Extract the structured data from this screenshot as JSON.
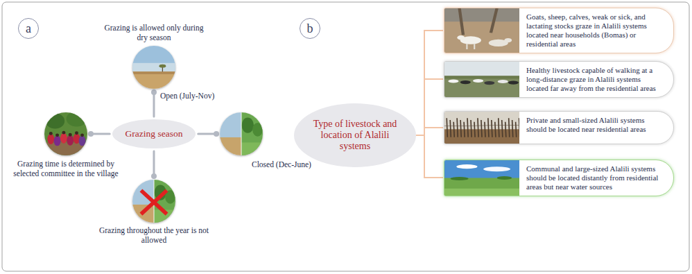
{
  "diagram": {
    "nodes": [
      {
        "text": [
          "Grazing season"
        ]
      },
      {
        "text": [
          "Grazing is allowed only during dry season",
          "Open (July-Nov)"
        ]
      },
      {
        "text": [
          "Closed (Dec-June)"
        ]
      },
      {
        "text": [
          "Grazing throughout the year is not allowed"
        ]
      },
      {
        "text": [
          "Grazing time is determined by selected committee in the village"
        ]
      },
      {
        "text": [
          "Type of livestock and location of Alalili systems"
        ]
      },
      {
        "text": [
          "Goats, sheep, calves, weak or sick, and lactating stocks graze in Alalili systems located near households (Bomas) or residential areas"
        ]
      },
      {
        "text": [
          "Healthy livestock capable of walking at a long-distance graze in Alalili systems located far away from the residential areas"
        ]
      },
      {
        "text": [
          "Private and small-sized Alalili systems should be located near residential areas"
        ]
      },
      {
        "text": [
          "Communal and large-sized Alalili systems should be located distantly from residential areas but near water sources"
        ]
      }
    ],
    "edges": [
      {
        "from": 0,
        "to": 1,
        "arrow": "none"
      },
      {
        "from": 0,
        "to": 2,
        "arrow": "none"
      },
      {
        "from": 0,
        "to": 3,
        "arrow": "none"
      },
      {
        "from": 0,
        "to": 4,
        "arrow": "none"
      },
      {
        "from": 5,
        "to": 6,
        "arrow": "none"
      },
      {
        "from": 5,
        "to": 7,
        "arrow": "none"
      },
      {
        "from": 5,
        "to": 8,
        "arrow": "none"
      },
      {
        "from": 5,
        "to": 9,
        "arrow": "none"
      }
    ],
    "labels": [
      "a",
      "b"
    ]
  }
}
